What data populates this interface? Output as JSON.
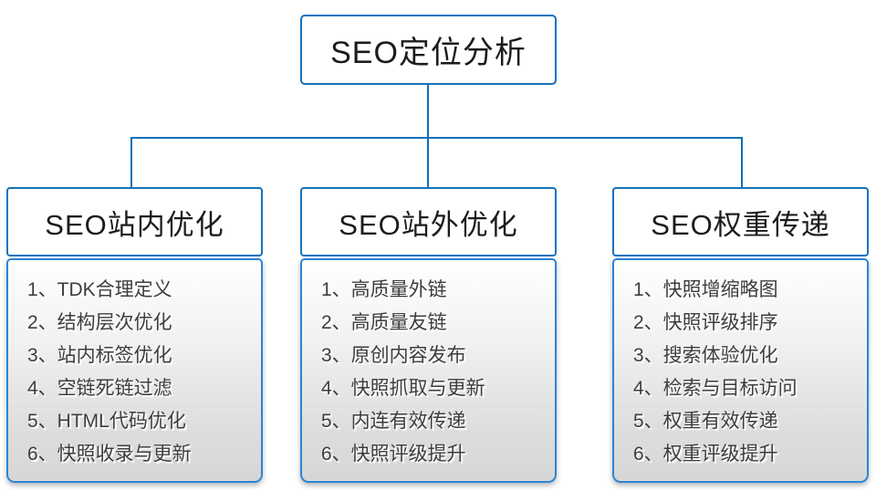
{
  "diagram": {
    "root": {
      "title": "SEO定位分析"
    },
    "columns": [
      {
        "header": "SEO站内优化",
        "items": [
          "1、TDK合理定义",
          "2、结构层次优化",
          "3、站内标签优化",
          "4、空链死链过滤",
          "5、HTML代码优化",
          "6、快照收录与更新"
        ]
      },
      {
        "header": "SEO站外优化",
        "items": [
          "1、高质量外链",
          "2、高质量友链",
          "3、原创内容发布",
          "4、快照抓取与更新",
          "5、内连有效传递",
          "6、快照评级提升"
        ]
      },
      {
        "header": "SEO权重传递",
        "items": [
          "1、快照增缩略图",
          "2、快照评级排序",
          "3、搜索体验优化",
          "4、检索与目标访问",
          "5、权重有效传递",
          "6、权重评级提升"
        ]
      }
    ],
    "colors": {
      "connector_blue": "#0d70b9",
      "header_border_blue": "#1473bd",
      "list_border_blue": "#2b85d6",
      "list_gradient_top": "#ffffff",
      "list_gradient_bottom": "#d6d6d6",
      "header_text": "#1c1c1c",
      "list_text": "#3d3d3d"
    }
  }
}
